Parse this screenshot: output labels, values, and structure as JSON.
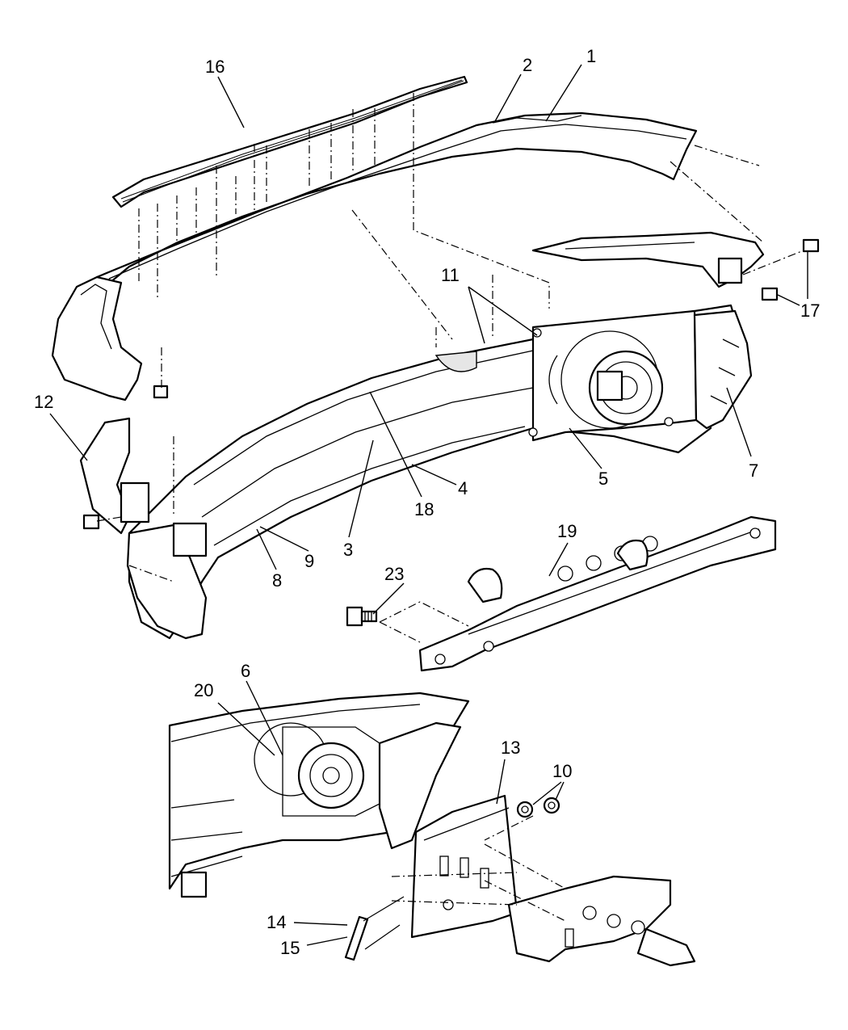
{
  "diagram": {
    "title": "Front bumper assembly exploded parts diagram",
    "callouts": [
      {
        "id": "c1",
        "label": "1"
      },
      {
        "id": "c2",
        "label": "2"
      },
      {
        "id": "c3",
        "label": "3"
      },
      {
        "id": "c4",
        "label": "4"
      },
      {
        "id": "c5",
        "label": "5"
      },
      {
        "id": "c6",
        "label": "6"
      },
      {
        "id": "c7",
        "label": "7"
      },
      {
        "id": "c8",
        "label": "8"
      },
      {
        "id": "c9",
        "label": "9"
      },
      {
        "id": "c10",
        "label": "10"
      },
      {
        "id": "c11",
        "label": "11"
      },
      {
        "id": "c12",
        "label": "12"
      },
      {
        "id": "c13",
        "label": "13"
      },
      {
        "id": "c14",
        "label": "14"
      },
      {
        "id": "c15",
        "label": "15"
      },
      {
        "id": "c16",
        "label": "16"
      },
      {
        "id": "c17",
        "label": "17"
      },
      {
        "id": "c18",
        "label": "18"
      },
      {
        "id": "c19",
        "label": "19"
      },
      {
        "id": "c20",
        "label": "20"
      },
      {
        "id": "c23",
        "label": "23"
      }
    ]
  }
}
